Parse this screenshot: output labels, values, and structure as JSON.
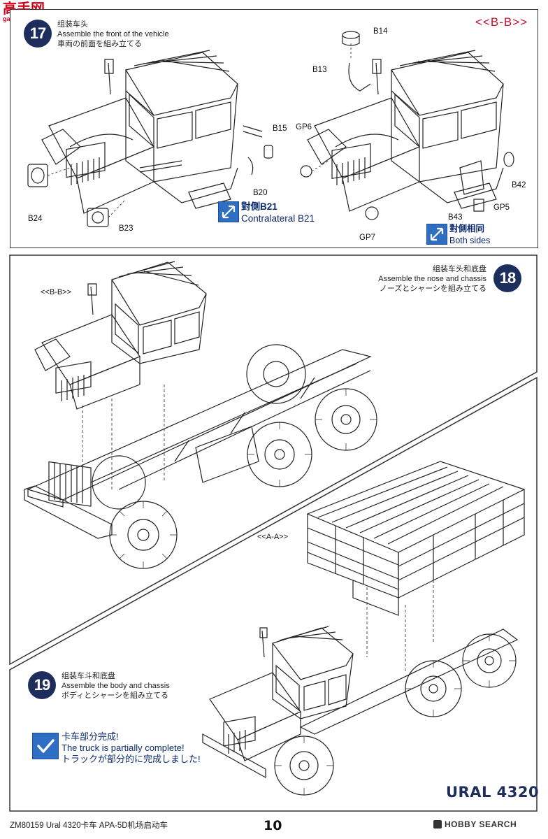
{
  "watermark": {
    "brand_cn": "高手网",
    "brand_url": "gaoshou.net"
  },
  "step17": {
    "number": "17",
    "text_cn": "组装车头",
    "text_en": "Assemble the front of the vehicle",
    "text_jp": "車両の前面を組み立てる",
    "section_marker": "<<B-B>>",
    "left_parts": [
      "B15",
      "B20",
      "B24",
      "B23"
    ],
    "right_parts": [
      "B14",
      "B13",
      "GP6",
      "B42",
      "GP5",
      "B43",
      "GP7"
    ],
    "contralateral_cn": "對側B21",
    "contralateral_en": "Contralateral B21",
    "both_sides_cn": "對側相同",
    "both_sides_en": "Both sides"
  },
  "step18": {
    "number": "18",
    "text_cn": "组装车头和底盘",
    "text_en": "Assemble the nose and chassis",
    "text_jp": "ノーズとシャーシを組み立てる",
    "marker": "<<B-B>>"
  },
  "step19": {
    "number": "19",
    "text_cn": "组装车斗和底盘",
    "text_en": "Assemble the body and chassis",
    "text_jp": "ボディとシャーシを組み立てる",
    "marker": "<<A-A>>",
    "complete_cn": "卡车部分完成!",
    "complete_en": "The truck is partially complete!",
    "complete_jp": "トラックが部分的に完成しました!",
    "model_name": "URAL 4320"
  },
  "footer": {
    "product": "ZM80159  Ural 4320卡车 APA-5D机场启动车",
    "page_number": "10",
    "brand": "HOBBY SEARCH"
  },
  "colors": {
    "badge": "#1d2d5c",
    "icon_blue": "#2e6fc4",
    "note_blue": "#0b2a6e",
    "marker_red": "#c8102e"
  }
}
